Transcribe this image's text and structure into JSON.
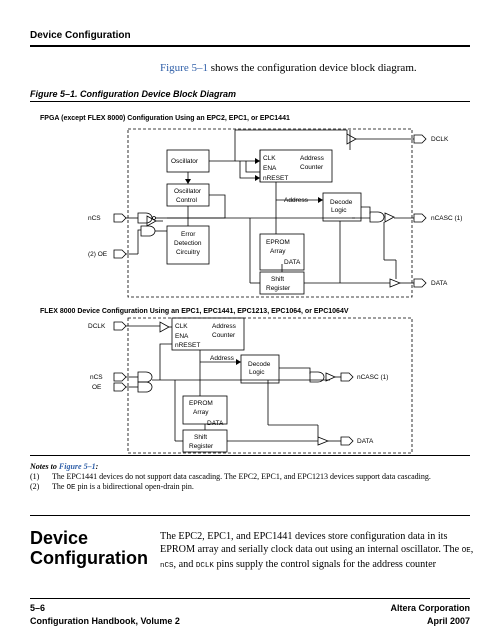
{
  "header": {
    "section": "Device Configuration"
  },
  "intro": {
    "fig_ref": "Figure 5–1",
    "text": " shows the configuration device block diagram."
  },
  "figure": {
    "title": "Figure 5–1. Configuration Device Block Diagram",
    "top": {
      "caption": "FPGA (except FLEX 8000) Configuration Using an EPC2, EPC1, or EPC1441",
      "oscillator": "Oscillator",
      "oscillator_control": [
        "Oscillator",
        "Control"
      ],
      "error_detection": [
        "Error",
        "Detection",
        "Circuitry"
      ],
      "clk": "CLK",
      "ena": "ENA",
      "nreset": "nRESET",
      "address_counter": [
        "Address",
        "Counter"
      ],
      "address": "Address",
      "decode_logic": [
        "Decode",
        "Logic"
      ],
      "eprom_array": [
        "EPROM",
        "Array"
      ],
      "data_internal": "DATA",
      "shift_register": [
        "Shift",
        "Register"
      ],
      "pin_dclk": "DCLK",
      "pin_ncs": "nCS",
      "pin_oe": "(2) OE",
      "pin_ncasc": "nCASC (1)",
      "pin_data": "DATA"
    },
    "bottom": {
      "caption": "FLEX 8000 Device Configuration Using an EPC1, EPC1441, EPC1213, EPC1064, or EPC1064V",
      "pin_dclk": "DCLK",
      "clk": "CLK",
      "ena": "ENA",
      "nreset": "nRESET",
      "address_counter": [
        "Address",
        "Counter"
      ],
      "address": "Address",
      "decode_logic": [
        "Decode",
        "Logic"
      ],
      "pin_ncs": "nCS",
      "pin_oe": "OE",
      "pin_ncasc": "nCASC (1)",
      "eprom_array": [
        "EPROM",
        "Array"
      ],
      "data_internal": "DATA",
      "shift_register": [
        "Shift",
        "Register"
      ],
      "pin_data": "DATA"
    }
  },
  "notes": {
    "label": "Notes to ",
    "fig_ref": "Figure 5–1",
    "colon": ":",
    "items": [
      {
        "num": "(1)",
        "text": "The EPC1441 devices do not support data cascading. The EPC2, EPC1, and EPC1213 devices support data cascading."
      },
      {
        "num": "(2)",
        "pre": "The ",
        "code": "OE",
        "post": " pin is a bidirectional open-drain pin."
      }
    ]
  },
  "section": {
    "heading": [
      "Device",
      "Configuration"
    ],
    "body_1": "The EPC2, EPC1, and EPC1441 devices store configuration data in its EPROM array and serially clock data out using an internal oscillator. The ",
    "code_oe": "OE",
    "sep_1": ", ",
    "code_ncs": "nCS",
    "sep_2": ", and ",
    "code_dclk": "DCLK",
    "body_2": " pins supply the control signals for the address counter"
  },
  "footer": {
    "page": "5–6",
    "company": "Altera Corporation",
    "book": "Configuration Handbook, Volume 2",
    "date": "April 2007"
  }
}
